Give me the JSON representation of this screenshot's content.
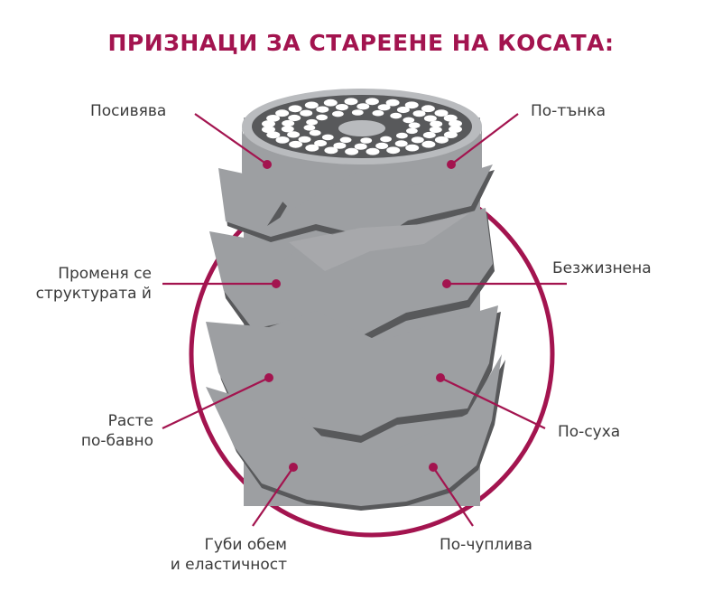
{
  "title": "ПРИЗНАЦИ ЗА СТАРЕЕНЕ НА КОСАТА:",
  "colors": {
    "accent": "#a3144f",
    "hair_face": "#9d9fa2",
    "hair_light": "#b9bbbe",
    "hair_shadow": "#58595b",
    "text": "#3a3a3a"
  },
  "labels": {
    "grey": "Посивява",
    "thinner": "По-тънка",
    "structure_line1": "Променя се",
    "structure_line2": "структурата й",
    "lifeless": "Безжизнена",
    "slower_line1": "Расте",
    "slower_line2": "по-бавно",
    "drier": "По-суха",
    "volume_line1": "Губи обем",
    "volume_line2": "и еластичност",
    "brittle": "По-чуплива"
  }
}
